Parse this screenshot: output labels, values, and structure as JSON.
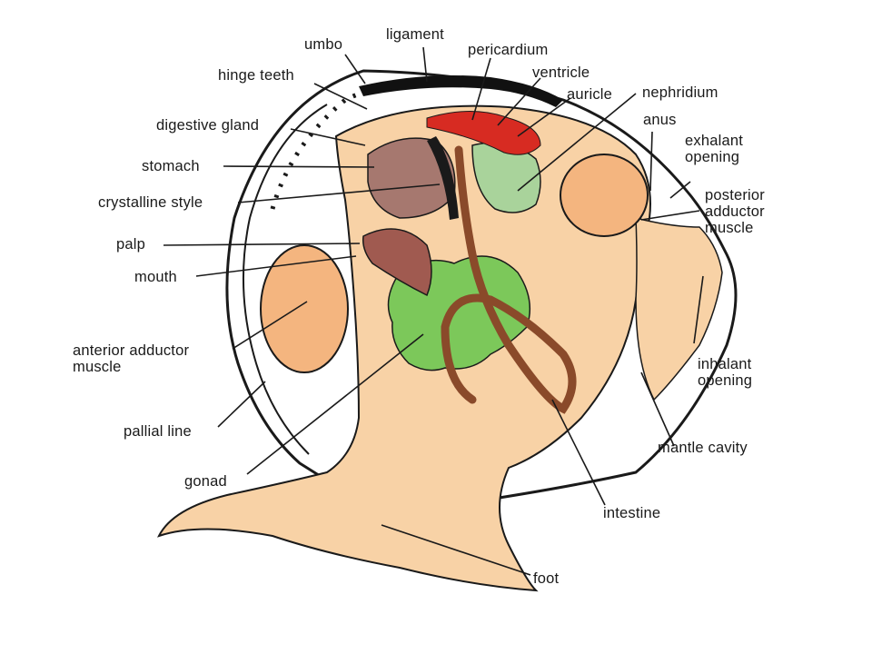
{
  "labels": {
    "umbo": "umbo",
    "ligament": "ligament",
    "pericardium": "pericardium",
    "ventricle": "ventricle",
    "auricle": "auricle",
    "nephridium": "nephridium",
    "hinge_teeth": "hinge teeth",
    "anus": "anus",
    "digestive_gland": "digestive gland",
    "exhalant_opening_1": "exhalant",
    "exhalant_opening_2": "opening",
    "stomach": "stomach",
    "posterior_adductor_1": "posterior",
    "posterior_adductor_2": "adductor",
    "posterior_adductor_3": "muscle",
    "crystalline_style": "crystalline style",
    "palp": "palp",
    "mouth": "mouth",
    "anterior_adductor_1": "anterior adductor",
    "anterior_adductor_2": "muscle",
    "inhalant_opening_1": "inhalant",
    "inhalant_opening_2": "opening",
    "pallial_line": "pallial line",
    "mantle_cavity": "mantle cavity",
    "gonad": "gonad",
    "intestine": "intestine",
    "foot": "foot"
  },
  "colors": {
    "background": "#ffffff",
    "body_flesh": "#f8d2a6",
    "adductor_muscle": "#f4b57f",
    "digestive_gland": "#a6786f",
    "gonad": "#7cc85a",
    "heart": "#d72b22",
    "intestine": "#8a4a2a",
    "nephridium": "#a9d39b",
    "palp": "#a05a50",
    "outline": "#1a1a1a",
    "ligament": "#111111"
  }
}
